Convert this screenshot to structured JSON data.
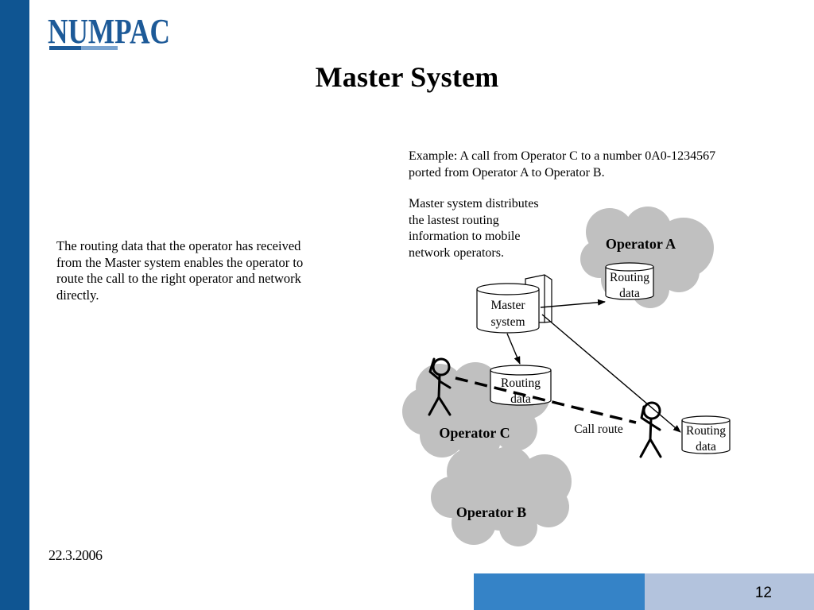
{
  "slide": {
    "logo_text": "NUMPAC",
    "title": "Master System",
    "left_text": "The routing data that the operator has received from the Master system enables the operator to route the call to the right operator and network directly.",
    "example_text": "Example: A call from Operator C to a number 0A0-1234567 ported from Operator A  to Operator B.",
    "master_text": "Master system distributes the lastest routing information to mobile network operators.",
    "date": "22.3.2006",
    "page_number": "12"
  },
  "diagram": {
    "operator_a": "Operator A",
    "operator_b": "Operator B",
    "operator_c": "Operator C",
    "master_line1": "Master",
    "master_line2": "system",
    "routing_line1": "Routing",
    "routing_line2": "data",
    "call_route": "Call route"
  },
  "colors": {
    "sidebar": "#0f5592",
    "footer_dark": "#3583c7",
    "footer_light": "#b3c3dd",
    "cloud": "#c0c0c0",
    "logo": "#1d5a98"
  }
}
